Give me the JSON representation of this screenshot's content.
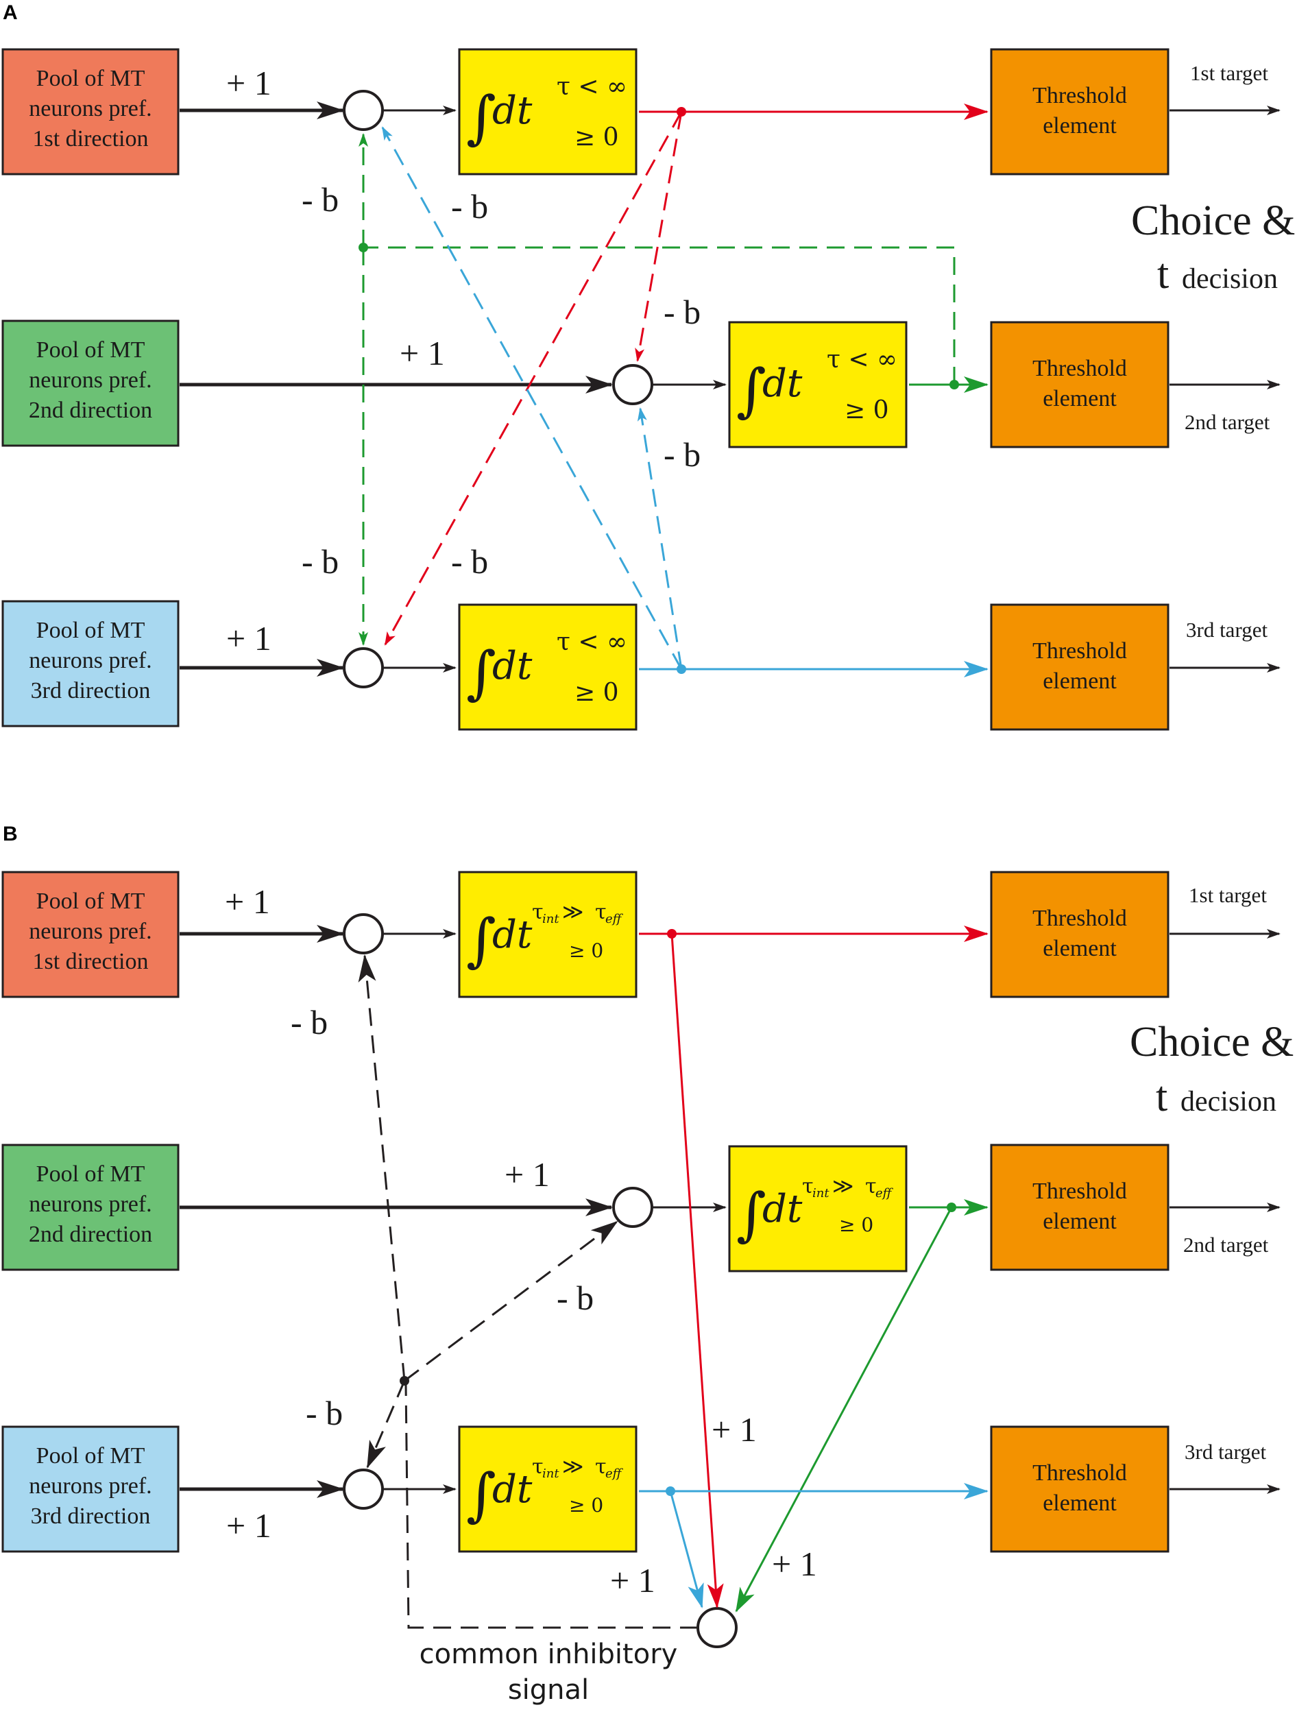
{
  "colors": {
    "red": "#e2001a",
    "green": "#1d9a2f",
    "blue": "#3aa6d8",
    "black": "#231f20",
    "pool1": "#ef7a5a",
    "pool2": "#6cc175",
    "pool3": "#a8d8f0",
    "integrator": "#ffed00",
    "threshold": "#f39200"
  },
  "panelA": {
    "label": "A",
    "pools": [
      {
        "line1": "Pool of MT",
        "line2": "neurons pref.",
        "line3": "1st direction"
      },
      {
        "line1": "Pool of MT",
        "line2": "neurons pref.",
        "line3": "2nd direction"
      },
      {
        "line1": "Pool of MT",
        "line2": "neurons pref.",
        "line3": "3rd direction"
      }
    ],
    "integrator": {
      "symbol": "∫",
      "dt": "dt",
      "tau": "τ < ∞",
      "ge": "≥ 0"
    },
    "threshold": {
      "line1": "Threshold",
      "line2": "element"
    },
    "targets": [
      "1st target",
      "2nd target",
      "3rd target"
    ],
    "weights": {
      "excite": "+ 1",
      "inhibit": "- b"
    },
    "choice": {
      "line1": "Choice &",
      "t": "t",
      "sub": "decision"
    }
  },
  "panelB": {
    "label": "B",
    "pools": [
      {
        "line1": "Pool of MT",
        "line2": "neurons pref.",
        "line3": "1st direction"
      },
      {
        "line1": "Pool of MT",
        "line2": "neurons pref.",
        "line3": "2nd direction"
      },
      {
        "line1": "Pool of MT",
        "line2": "neurons pref.",
        "line3": "3rd direction"
      }
    ],
    "integrator": {
      "symbol": "∫",
      "dt": "dt",
      "tau": "τ",
      "tau_sub_int": "int",
      "much_greater": "≫",
      "tau2": "τ",
      "tau_sub_eff": "eff",
      "ge": "≥ 0"
    },
    "threshold": {
      "line1": "Threshold",
      "line2": "element"
    },
    "targets": [
      "1st target",
      "2nd target",
      "3rd target"
    ],
    "weights": {
      "excite": "+ 1",
      "inhibit": "- b"
    },
    "choice": {
      "line1": "Choice &",
      "t": "t",
      "sub": "decision"
    },
    "common": {
      "line1": "common inhibitory",
      "line2": "signal"
    }
  }
}
